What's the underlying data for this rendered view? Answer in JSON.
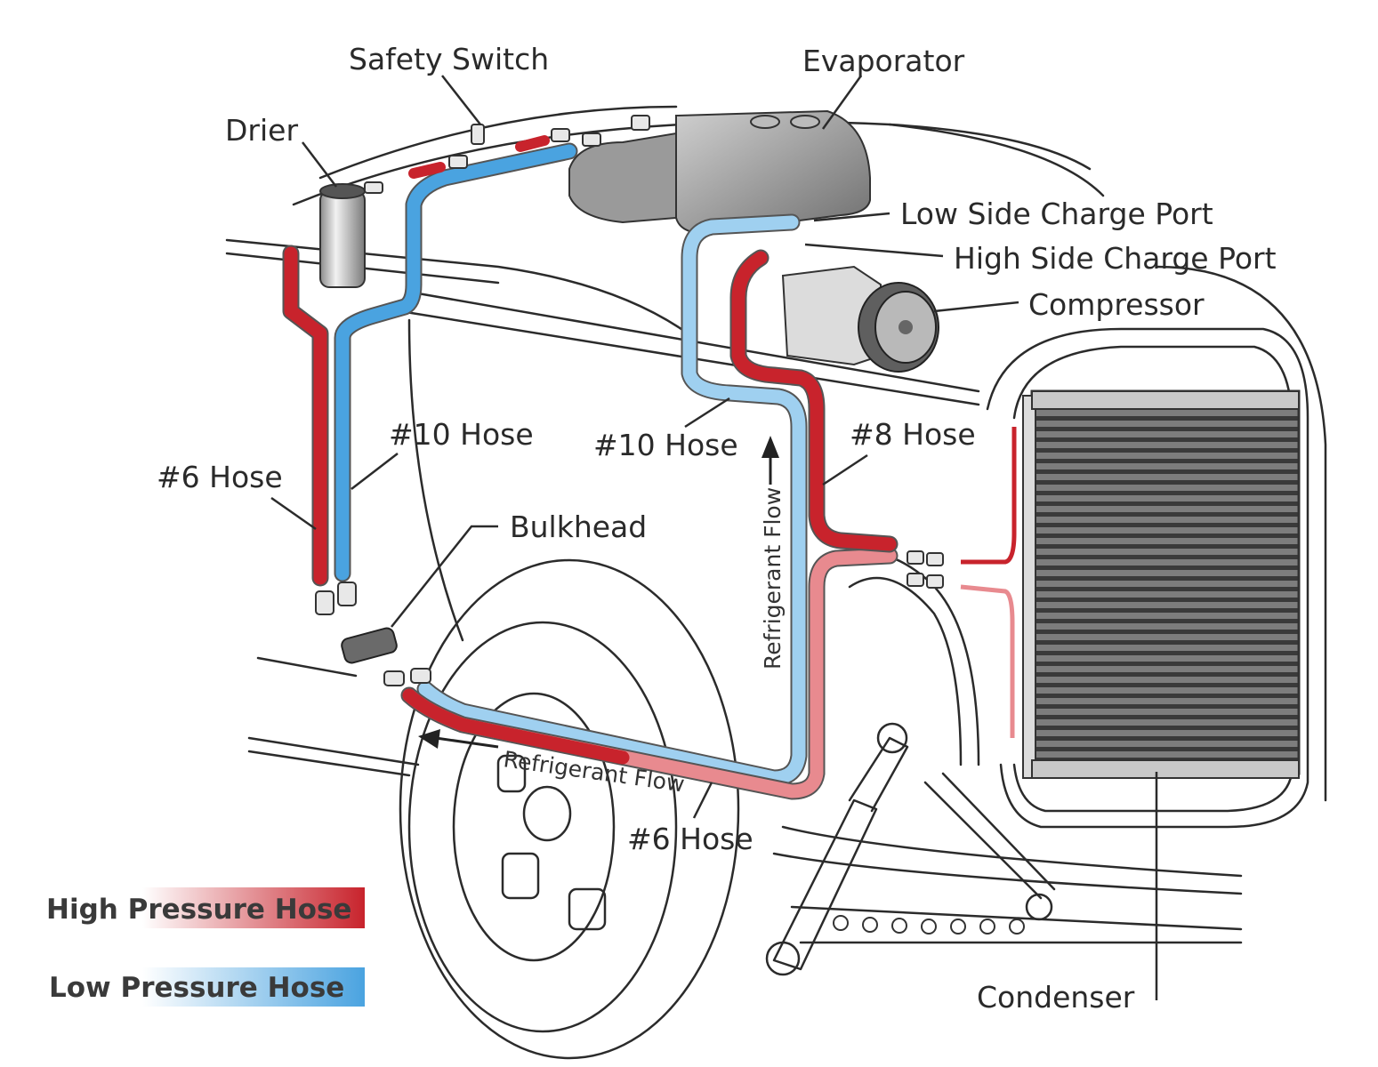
{
  "labels": {
    "safety_switch": "Safety Switch",
    "evaporator": "Evaporator",
    "drier": "Drier",
    "low_side_charge_port": "Low Side Charge Port",
    "high_side_charge_port": "High Side Charge Port",
    "compressor": "Compressor",
    "hose_10_left": "#10 Hose",
    "hose_10_right": "#10 Hose",
    "hose_8": "#8 Hose",
    "hose_6_left": "#6 Hose",
    "hose_6_bottom": "#6 Hose",
    "bulkhead": "Bulkhead",
    "refrigerant_flow_vertical": "Refrigerant Flow",
    "refrigerant_flow_bottom": "Refrigerant Flow",
    "condenser": "Condenser"
  },
  "legend": {
    "high_pressure": "High Pressure Hose",
    "low_pressure": "Low Pressure Hose"
  },
  "colors": {
    "high_pressure": "#c8232c",
    "low_pressure": "#4aa3e0"
  }
}
